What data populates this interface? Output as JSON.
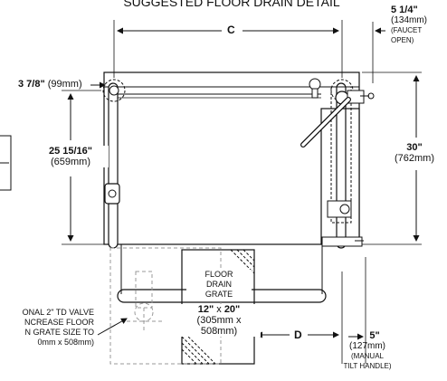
{
  "title": "SUGGESTED FLOOR DRAIN DETAIL",
  "dim_c": "C",
  "dim_d": "D",
  "top_right": {
    "value": "5 1/4\"",
    "mm": "(134mm)",
    "note1": "(FAUCET",
    "note2": "OPEN)"
  },
  "left_top": {
    "value": "3 7/8\"",
    "mm": "(99mm)"
  },
  "left_height": {
    "value": "25 15/16\"",
    "mm": "(659mm)"
  },
  "right_height": {
    "value": "30\"",
    "mm": "(762mm)"
  },
  "drain_grate": {
    "l1": "FLOOR",
    "l2": "DRAIN",
    "l3": "GRATE",
    "size_a": "12\"",
    "x": " x ",
    "size_b": "20\"",
    "mm1": "(305mm x",
    "mm2": "508mm)"
  },
  "valve_note": {
    "l1": "ONAL 2\" TD VALVE",
    "l2": "NCREASE FLOOR",
    "l3": "N GRATE SIZE TO",
    "l4": "0mm x 508mm)"
  },
  "tilt": {
    "value": "5\"",
    "mm": "(127mm)",
    "l1": "(MANUAL",
    "l2": "TILT HANDLE)"
  }
}
